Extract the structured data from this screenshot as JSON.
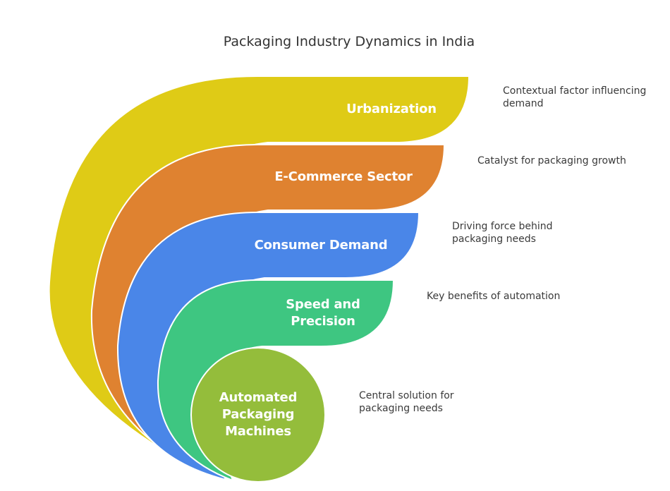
{
  "title": "Packaging Industry Dynamics in India",
  "layers": [
    {
      "label": "Urbanization",
      "description": "Contextual factor influencing demand",
      "color": "#dfcb16"
    },
    {
      "label": "E-Commerce Sector",
      "description": "Catalyst for packaging growth",
      "color": "#df8230"
    },
    {
      "label": "Consumer Demand",
      "description": "Driving force behind packaging needs",
      "color": "#4a86e8"
    },
    {
      "label": "Speed and Precision",
      "description": "Key benefits of automation",
      "color": "#3ec681"
    },
    {
      "label": "Automated Packaging Machines",
      "description": "Central solution for packaging needs",
      "color": "#94bd3b"
    }
  ]
}
